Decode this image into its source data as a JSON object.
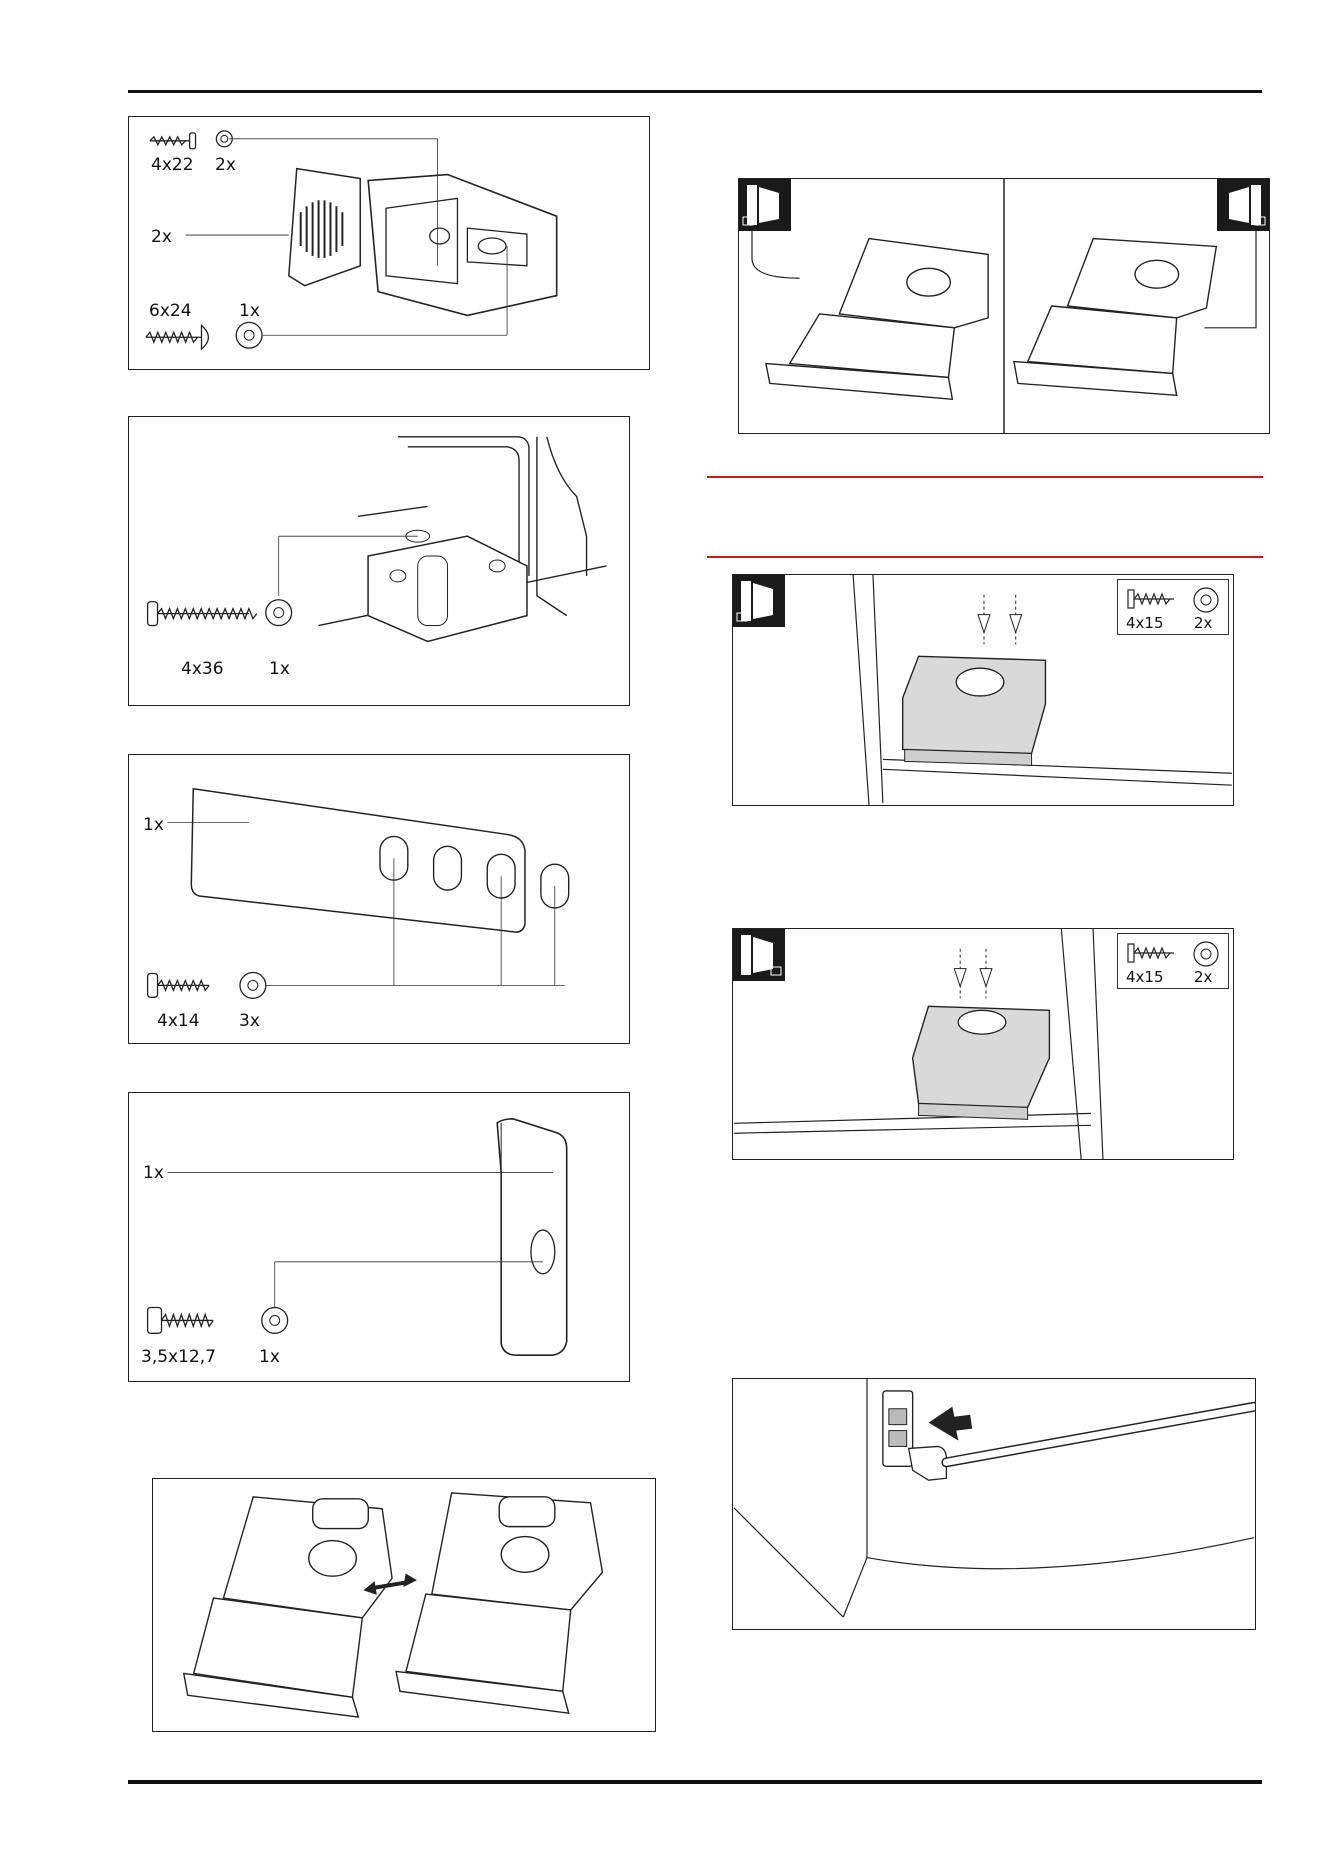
{
  "panels": {
    "door_parts": {
      "screw1": "4x22",
      "washer1": "2x",
      "cover": "2x",
      "screw2": "6x24",
      "washer2": "1x"
    },
    "hinge_block": {
      "screw": "4x36",
      "qty": "1x"
    },
    "plate": {
      "qty": "1x",
      "screw": "4x14",
      "cap_qty": "3x"
    },
    "clip": {
      "qty": "1x",
      "screw": "3,5x12,7",
      "cap_qty": "1x"
    },
    "left_mount": {
      "screw": "4x15",
      "qty": "2x"
    },
    "right_mount": {
      "screw": "4x15",
      "qty": "2x"
    }
  },
  "colors": {
    "accent_rule": "#d4141c",
    "icon_bg": "#1a1a1a",
    "plate_fill": "#d9d9d9"
  },
  "icons": [
    "door-left-icon",
    "door-right-icon",
    "screw-icon",
    "torx-icon",
    "double-arrow-icon",
    "push-arrow-icon"
  ]
}
